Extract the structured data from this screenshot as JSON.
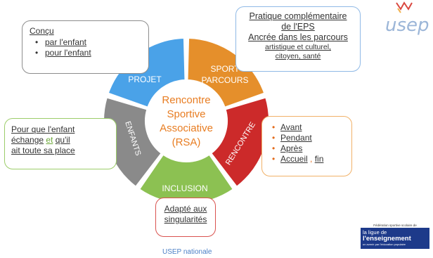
{
  "colors": {
    "projet": "#8a8a8a",
    "sport": "#4aa2e8",
    "rencontre": "#e58f2b",
    "inclusion": "#cc2a2a",
    "enfants": "#8cc152",
    "center_text": "#e87d22"
  },
  "wheel": {
    "center_lines": [
      "Rencontre",
      "Sportive",
      "Associative",
      "(RSA)"
    ],
    "segments": {
      "projet": "PROJET",
      "sport": [
        "SPORT",
        "PARCOURS"
      ],
      "rencontre": "RENCONTRE",
      "inclusion": "INCLUSION",
      "enfants": "ENFANTS"
    }
  },
  "projet_box": {
    "title": "Conçu",
    "items": [
      "par l'enfant",
      "pour l'enfant"
    ]
  },
  "sport_box": {
    "line1": "Pratique complémentaire",
    "line2": "de l'EPS",
    "line3": "Ancrée dans les parcours",
    "line4": "artistique et culturel,",
    "line5": "citoyen, santé"
  },
  "enfants_box": {
    "line1": "Pour que l'enfant",
    "line2a": "échange",
    "line2b": "et",
    "line2c": "qu'il",
    "line3": "ait toute sa place"
  },
  "rencontre_box": {
    "items": [
      "Avant",
      "Pendant",
      "Après"
    ],
    "last_a": "Accueil",
    "last_sep": ",",
    "last_b": "fin"
  },
  "inclusion_box": {
    "line1": "Adapté aux",
    "line2": "singularités"
  },
  "footer": "USEP nationale",
  "logos": {
    "usep": "usep",
    "ligue_caption": "Fédération sportive scolaire de",
    "ligue_line1": "la ligue de",
    "ligue_line2": "l'enseignement",
    "ligue_line3": "un avenir par l'éducation populaire"
  }
}
